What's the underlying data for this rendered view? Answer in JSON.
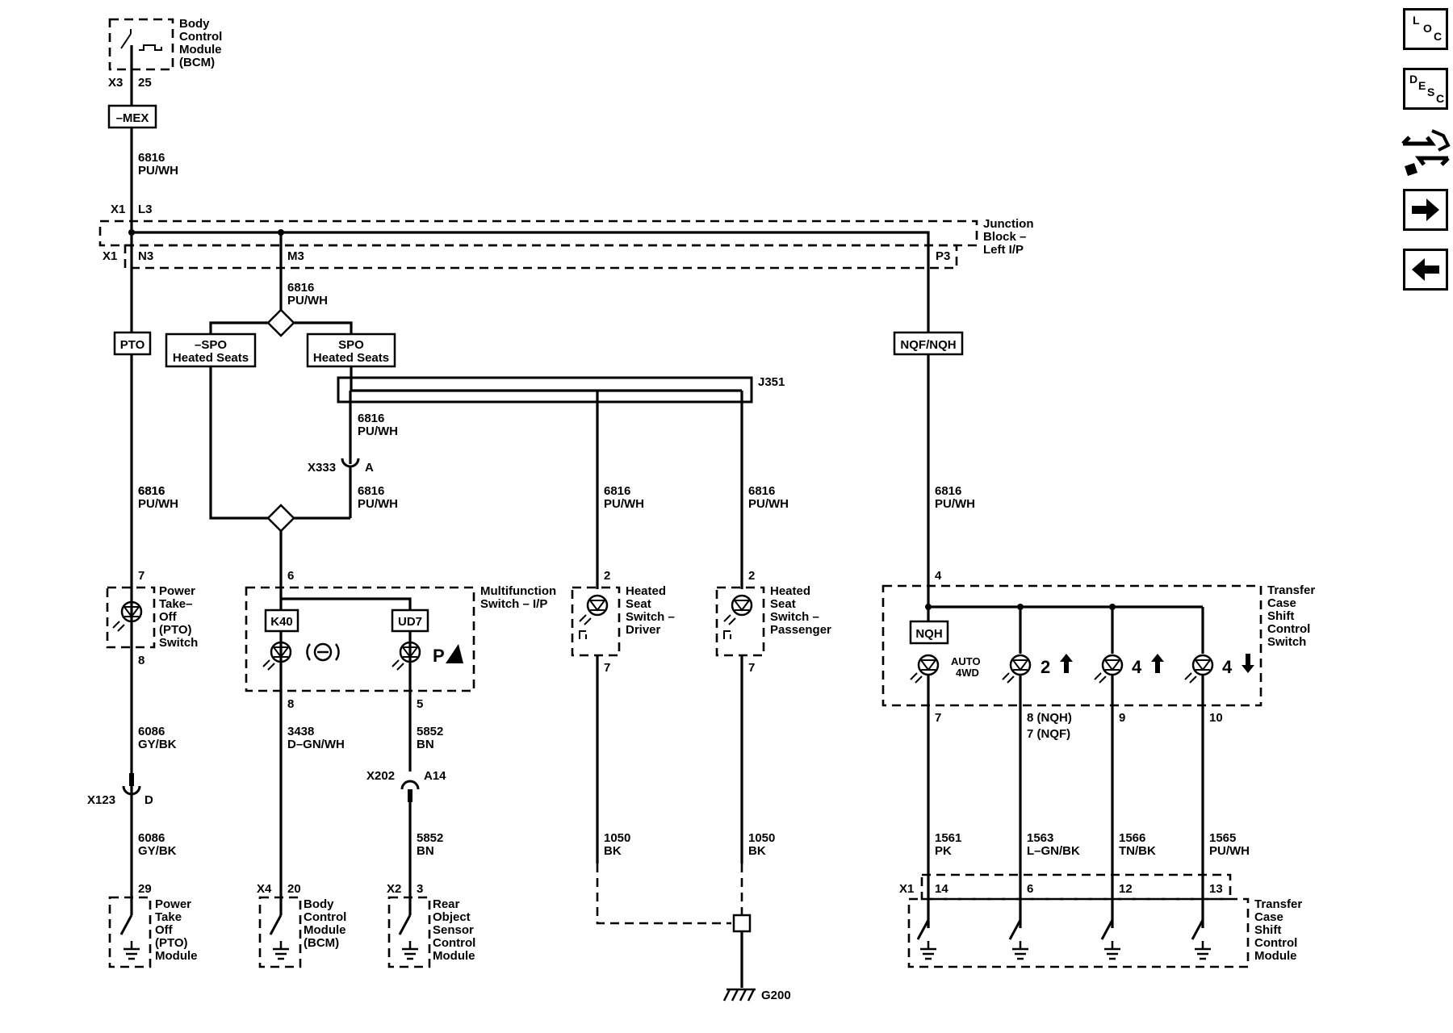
{
  "nav": {
    "loc": {
      "a": "L",
      "b": "O",
      "c": "C"
    },
    "desc": {
      "a": "D",
      "b": "E",
      "c": "S",
      "d": "C"
    }
  },
  "bcm_top": {
    "name": [
      "Body",
      "Control",
      "Module",
      "(BCM)"
    ],
    "connector": "X3",
    "pin": "25"
  },
  "option_mex": "–MEX",
  "wire_6816": [
    "6816",
    "PU/WH"
  ],
  "junction_block": {
    "name": [
      "Junction",
      "Block –",
      "Left I/P"
    ],
    "x1_top": "X1",
    "l3": "L3",
    "x1_bottom": "X1",
    "n3": "N3",
    "m3": "M3",
    "p3": "P3"
  },
  "options": {
    "pto": "PTO",
    "no_spo": [
      "–SPO",
      "Heated Seats"
    ],
    "spo": [
      "SPO",
      "Heated Seats"
    ],
    "nqf_nqh": "NQF/NQH",
    "nqh": "NQH"
  },
  "splice": "J351",
  "x333": {
    "connector": "X333",
    "pin": "A"
  },
  "pto_switch": {
    "name": [
      "Power",
      "Take–",
      "Off",
      "(PTO)",
      "Switch"
    ],
    "pin_in": "7",
    "pin_out": "8"
  },
  "multifunction": {
    "name": [
      "Multifunction",
      "Switch – I/P"
    ],
    "pin_in": "6",
    "k40": "K40",
    "ud7": "UD7",
    "pin_k40": "8",
    "pin_ud7": "5"
  },
  "seat_driver": {
    "name": [
      "Heated",
      "Seat",
      "Switch –",
      "Driver"
    ],
    "pin_in": "2",
    "pin_out": "7"
  },
  "seat_passenger": {
    "name": [
      "Heated",
      "Seat",
      "Switch –",
      "Passenger"
    ],
    "pin_in": "2",
    "pin_out": "7"
  },
  "transfer_switch": {
    "name": [
      "Transfer",
      "Case",
      "Shift",
      "Control",
      "Switch"
    ],
    "pin_in": "4",
    "auto": [
      "AUTO",
      "4WD"
    ],
    "l2": "2",
    "l4h": "4",
    "l4l": "4",
    "pins": [
      "7",
      "8 (NQH)",
      "7 (NQF)",
      "9",
      "10"
    ]
  },
  "wires_lower": {
    "w6086": [
      "6086",
      "GY/BK"
    ],
    "w3438": [
      "3438",
      "D–GN/WH"
    ],
    "w5852": [
      "5852",
      "BN"
    ],
    "w1050": [
      "1050",
      "BK"
    ],
    "w1561": [
      "1561",
      "PK"
    ],
    "w1563": [
      "1563",
      "L–GN/BK"
    ],
    "w1566": [
      "1566",
      "TN/BK"
    ],
    "w1565": [
      "1565",
      "PU/WH"
    ]
  },
  "x123": {
    "connector": "X123",
    "pin": "D"
  },
  "x202": {
    "connector": "X202",
    "pin": "A14"
  },
  "pto_module": {
    "name": [
      "Power",
      "Take",
      "Off",
      "(PTO)",
      "Module"
    ],
    "pin": "29"
  },
  "bcm_bottom": {
    "name": [
      "Body",
      "Control",
      "Module",
      "(BCM)"
    ],
    "connector": "X4",
    "pin": "20"
  },
  "rear_object": {
    "name": [
      "Rear",
      "Object",
      "Sensor",
      "Control",
      "Module"
    ],
    "connector": "X2",
    "pin": "3"
  },
  "ground": "G200",
  "tcm": {
    "name": [
      "Transfer",
      "Case",
      "Shift",
      "Control",
      "Module"
    ],
    "connector": "X1",
    "pins": [
      "14",
      "6",
      "12",
      "13"
    ]
  }
}
